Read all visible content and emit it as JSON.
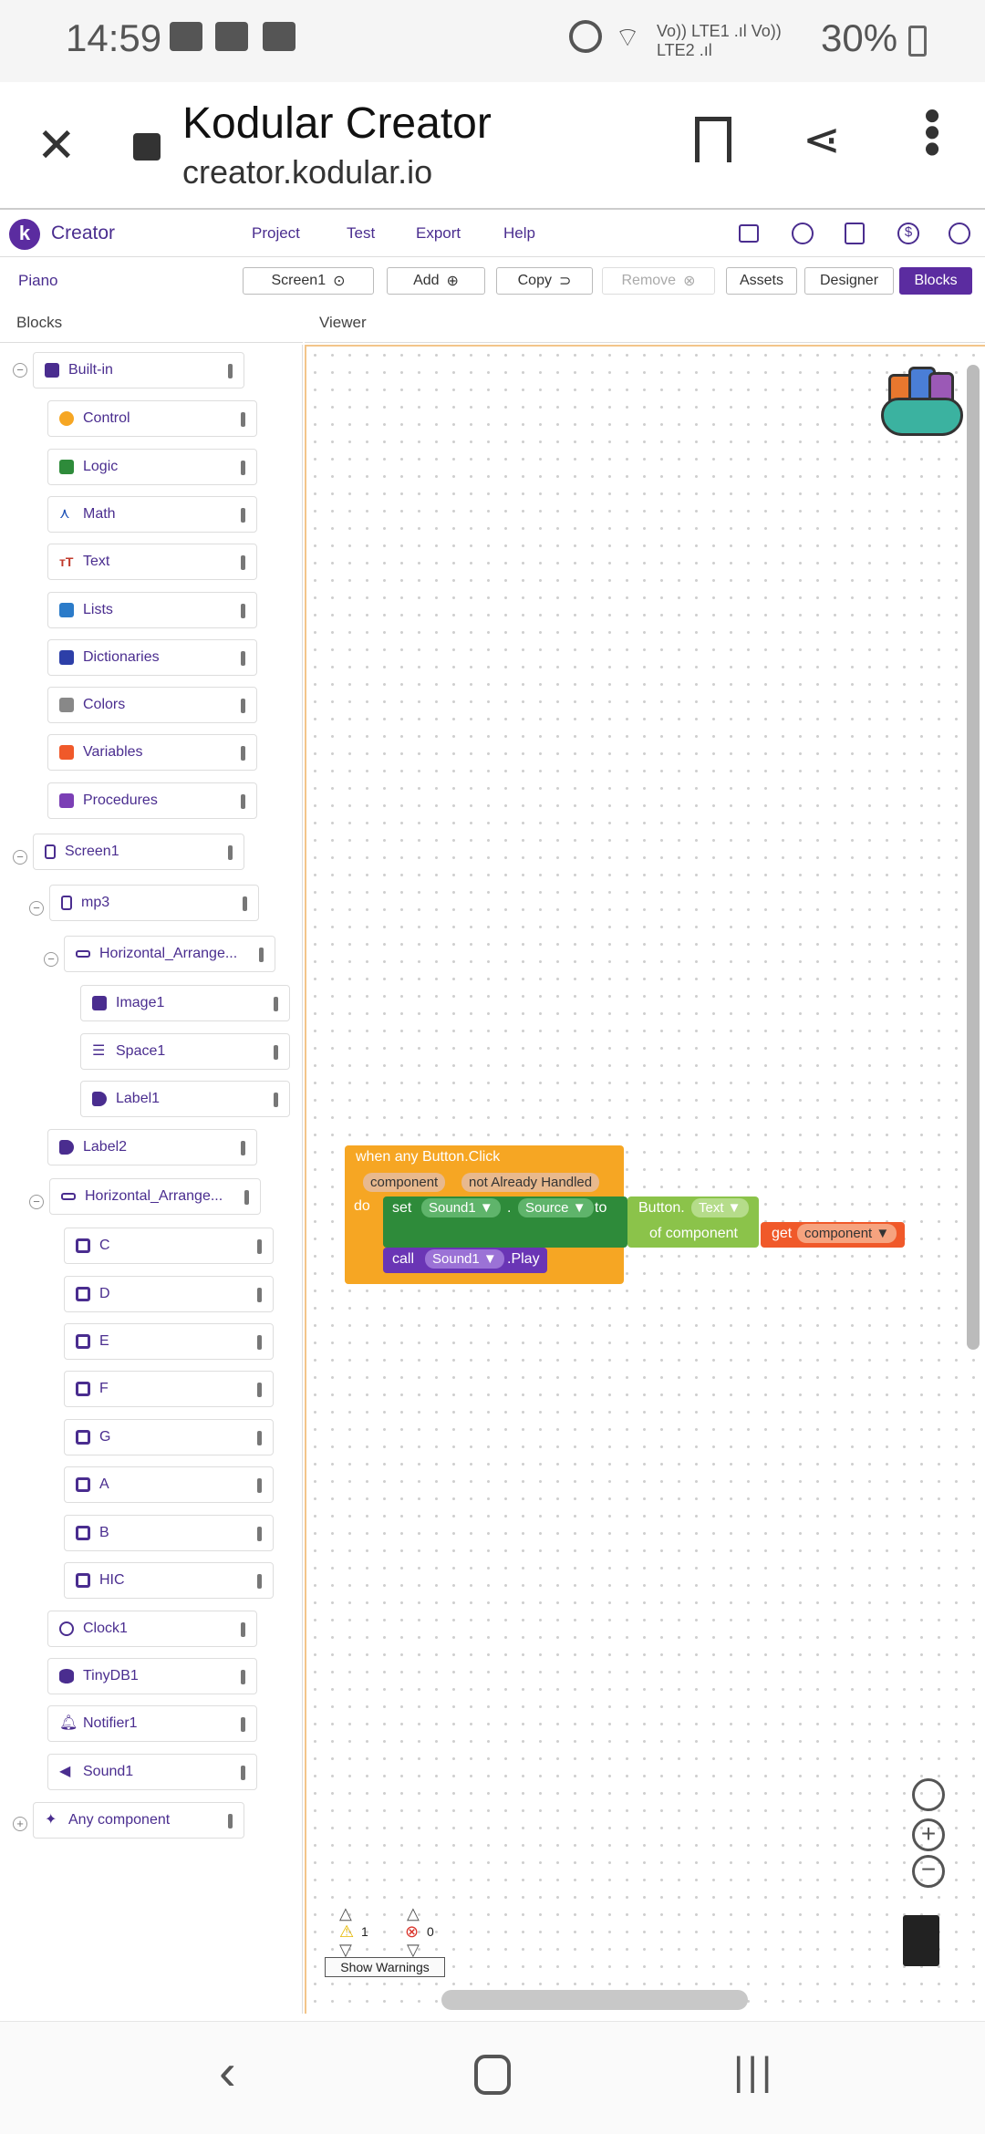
{
  "status_bar": {
    "time": "14:59",
    "battery": "30%",
    "network": "Vo)) LTE1 .ıl Vo)) LTE2 .ıl"
  },
  "browser": {
    "title": "Kodular Creator",
    "url": "creator.kodular.io"
  },
  "app": {
    "logo_letter": "k",
    "name": "Creator",
    "menu": [
      "Project",
      "Test",
      "Export",
      "Help"
    ],
    "project_name": "Piano",
    "screen_select": "Screen1",
    "add_label": "Add",
    "copy_label": "Copy",
    "remove_label": "Remove",
    "assets_label": "Assets",
    "designer_label": "Designer",
    "blocks_label": "Blocks"
  },
  "panels": {
    "blocks": "Blocks",
    "viewer": "Viewer"
  },
  "tree": {
    "builtin": "Built-in",
    "builtin_items": [
      "Control",
      "Logic",
      "Math",
      "Text",
      "Lists",
      "Dictionaries",
      "Colors",
      "Variables",
      "Procedures"
    ],
    "screen": "Screen1",
    "mp3": "mp3",
    "horiz1": "Horizontal_Arrange...",
    "image1": "Image1",
    "space1": "Space1",
    "label1": "Label1",
    "label2": "Label2",
    "horiz2": "Horizontal_Arrange...",
    "keys": [
      "C",
      "D",
      "E",
      "F",
      "G",
      "A",
      "B",
      "HIC"
    ],
    "clock1": "Clock1",
    "tinydb1": "TinyDB1",
    "notifier1": "Notifier1",
    "sound1": "Sound1",
    "any_component": "Any component"
  },
  "blocks": {
    "event_title": "when any Button.Click",
    "param_component": "component",
    "param_handled": "not Already Handled",
    "do": "do",
    "set": "set",
    "sound1": "Sound1 ▼",
    "dot": ".",
    "source": "Source ▼",
    "to": "to",
    "button_prefix": "Button.",
    "text_prop": "Text ▼",
    "of_component": "of component",
    "get": "get",
    "get_var": "component ▼",
    "call": "call",
    "call_comp": "Sound1 ▼",
    "play": ".Play"
  },
  "warnings": {
    "warn_count": "1",
    "error_count": "0",
    "show_label": "Show Warnings"
  },
  "colors": {
    "accent": "#5b2ca0",
    "event": "#f6a623",
    "set_block": "#2e8b3a",
    "text_block": "#8bc34a",
    "get_block": "#f0592a",
    "call_block": "#6a35b5"
  }
}
